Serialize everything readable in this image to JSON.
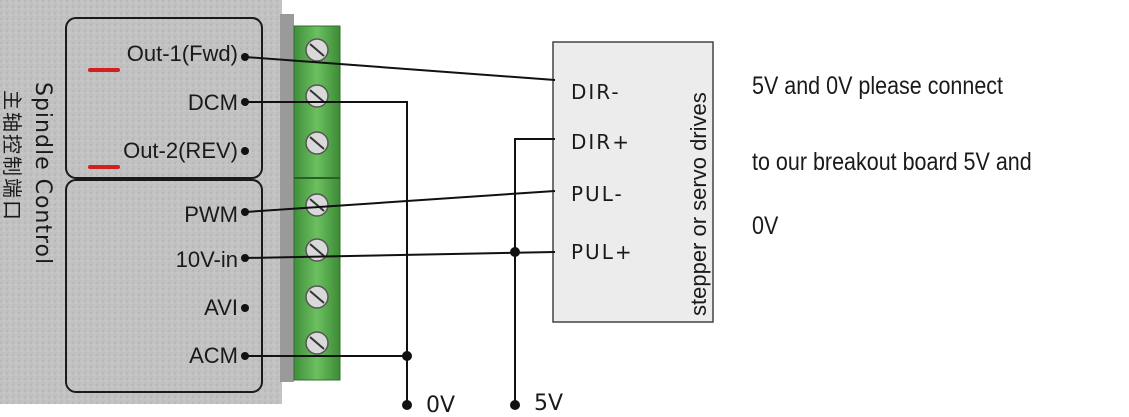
{
  "controller": {
    "vertical_label": "Spindle Control",
    "vertical_label_cn": "主轴控制端口",
    "terminals_group1": [
      "Out-1(Fwd)",
      "DCM",
      "Out-2(REV)"
    ],
    "terminals_group2": [
      "PWM",
      "10V-in",
      "AVI",
      "ACM"
    ]
  },
  "driver_box": {
    "vertical_label": "stepper or servo drives",
    "pins": [
      "DIR-",
      "DIR+",
      "PUL-",
      "PUL+"
    ]
  },
  "rails": {
    "zero_volt": "0V",
    "five_volt": "5V"
  },
  "note": {
    "lines": [
      "5V and 0V please connect",
      "to our breakout board 5V and",
      "0V"
    ]
  },
  "colors": {
    "panel": "#bfbfbf",
    "terminal_block": "#5aa84f",
    "underline": "#d42020",
    "wire": "#111111",
    "driver_box_fill": "#ececec"
  }
}
